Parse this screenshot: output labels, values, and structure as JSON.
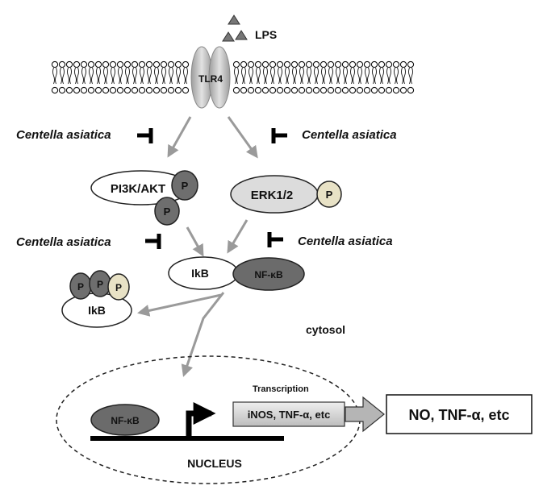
{
  "ligand": {
    "label": "LPS"
  },
  "receptor": {
    "label": "TLR4"
  },
  "inhibitor": {
    "top_left": "Centella asiatica",
    "top_right": "Centella asiatica",
    "mid_left": "Centella asiatica",
    "mid_right": "Centella asiatica"
  },
  "kinases": {
    "pi3k": "PI3K/AKT",
    "erk": "ERK1/2",
    "phospho": "P"
  },
  "complex": {
    "ikb": "IkB",
    "nfkb": "NF-κB"
  },
  "degraded": {
    "ikb": "IkB"
  },
  "compartments": {
    "cytosol": "cytosol",
    "nucleus": "NUCLEUS"
  },
  "nucleus": {
    "nfkb": "NF-κB",
    "transcription": "Transcription",
    "genes": "iNOS, TNF-α, etc"
  },
  "output": {
    "products": "NO, TNF-α, etc"
  },
  "colors": {
    "dark_gray": "#6b6b6b",
    "light_gray": "#dcdcdc",
    "beige": "#e8e2c6",
    "arrow_gray": "#9a9a9a"
  }
}
